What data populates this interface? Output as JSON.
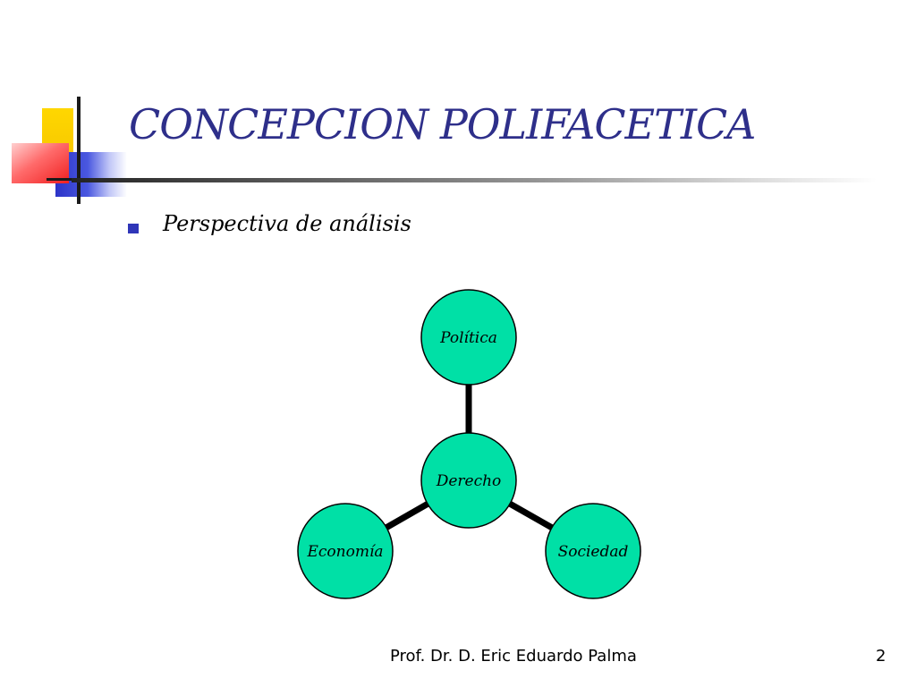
{
  "slide": {
    "title": "CONCEPCION POLIFACETICA",
    "bullet": "Perspectiva de análisis",
    "footer": "Prof. Dr. D. Eric Eduardo Palma",
    "page_number": "2"
  },
  "diagram": {
    "center": {
      "label": "Derecho"
    },
    "satellites": [
      {
        "label": "Política"
      },
      {
        "label": "Economía"
      },
      {
        "label": "Sociedad"
      }
    ],
    "colors": {
      "node_fill": "#00e0a6",
      "node_stroke": "#000000",
      "connector": "#000000"
    }
  },
  "theme": {
    "title_color": "#2e2f8a",
    "bullet_color": "#2f36b8"
  }
}
